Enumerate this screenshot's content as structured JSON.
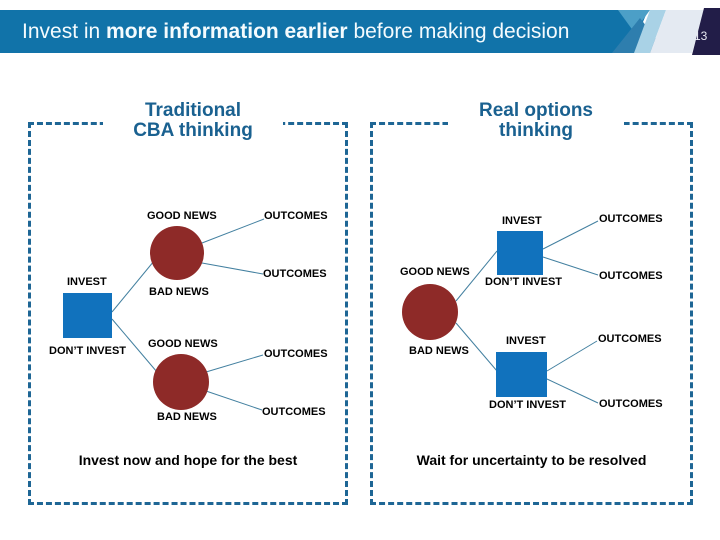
{
  "header": {
    "title_prefix": "Invest in ",
    "title_emphasis": "more information earlier",
    "title_suffix": " before making decision",
    "page_number": "13"
  },
  "colors": {
    "header_bar": "#1173A9",
    "corner_navy": "#221D48",
    "accent_sky": "#A9D2E6",
    "accent_pale": "#E4EAF2",
    "accent_medium": "#2E7EAE",
    "panel_border": "#1E6695",
    "panel_title_text": "#1A6190",
    "decision_node": "#1172BD",
    "chance_node": "#8E2A28",
    "branch_line": "#4380A0"
  },
  "left_panel": {
    "title_line1": "Traditional",
    "title_line2": "CBA thinking",
    "caption": "Invest now and hope for the best",
    "labels": {
      "invest": "INVEST",
      "dont_invest": "DON’T INVEST",
      "good_news_1": "GOOD NEWS",
      "bad_news_1": "BAD NEWS",
      "good_news_2": "GOOD NEWS",
      "bad_news_2": "BAD NEWS",
      "outcome_1": "OUTCOMES",
      "outcome_2": "OUTCOMES",
      "outcome_3": "OUTCOMES",
      "outcome_4": "OUTCOMES"
    }
  },
  "right_panel": {
    "title_line1": "Real options",
    "title_line2": "thinking",
    "caption": "Wait for uncertainty to be resolved",
    "labels": {
      "good_news": "GOOD NEWS",
      "bad_news": "BAD NEWS",
      "invest_1": "INVEST",
      "dont_invest_1": "DON’T INVEST",
      "invest_2": "INVEST",
      "dont_invest_2": "DON’T INVEST",
      "outcome_1": "OUTCOMES",
      "outcome_2": "OUTCOMES",
      "outcome_3": "OUTCOMES",
      "outcome_4": "OUTCOMES"
    }
  }
}
